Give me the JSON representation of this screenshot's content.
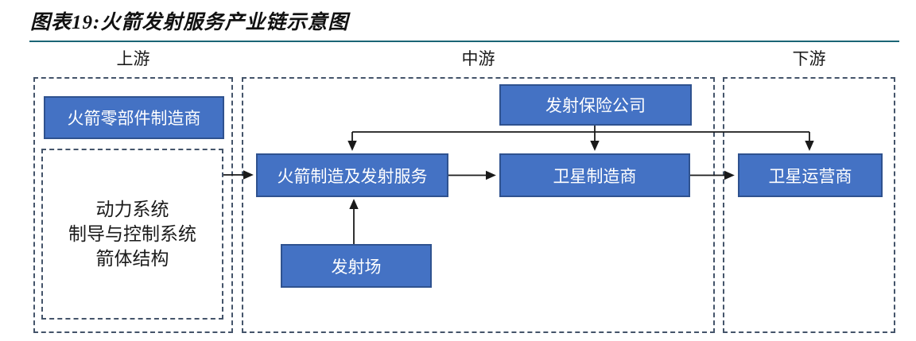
{
  "title": "图表19:火箭发射服务产业链示意图",
  "sections": {
    "upstream": {
      "label": "上游"
    },
    "midstream": {
      "label": "中游"
    },
    "downstream": {
      "label": "下游"
    }
  },
  "nodes": {
    "rocket_parts_manufacturer": {
      "label": "火箭零部件制造商"
    },
    "subsystems": {
      "lines": [
        "动力系统",
        "制导与控制系统",
        "箭体结构"
      ]
    },
    "rocket_manufacturing_launch_service": {
      "label": "火箭制造及发射服务"
    },
    "launch_insurance_company": {
      "label": "发射保险公司"
    },
    "satellite_manufacturer": {
      "label": "卫星制造商"
    },
    "launch_site": {
      "label": "发射场"
    },
    "satellite_operator": {
      "label": "卫星运营商"
    }
  },
  "colors": {
    "node_fill": "#4472C4",
    "node_border": "#2F528F",
    "node_text": "#ffffff",
    "dashed_border": "#44546A",
    "title_rule": "#1b6576",
    "arrow": "#1a1a1a"
  }
}
